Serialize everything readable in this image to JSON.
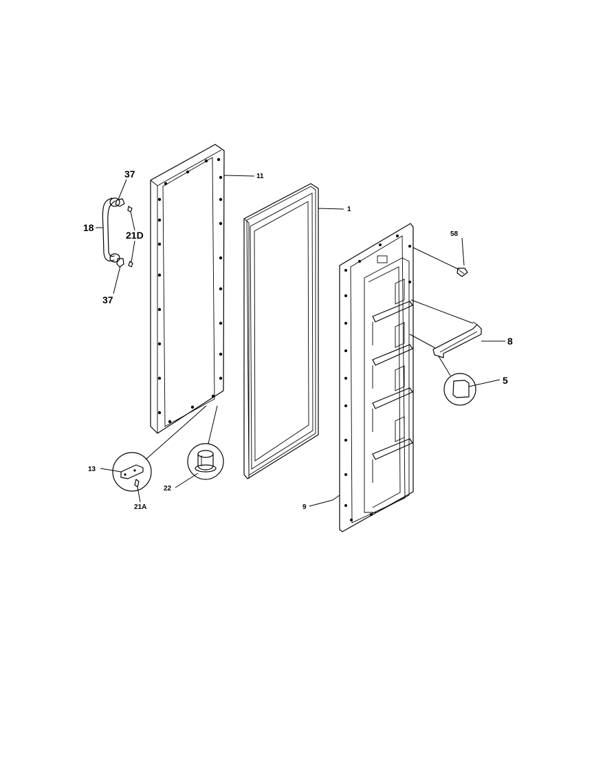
{
  "diagram": {
    "callouts": {
      "c37_top": "37",
      "c18": "18",
      "c21d": "21D",
      "c37_bottom": "37",
      "c11": "11",
      "c1": "1",
      "c58": "58",
      "c8": "8",
      "c5": "5",
      "c13": "13",
      "c21a": "21A",
      "c22": "22",
      "c9": "9"
    }
  }
}
